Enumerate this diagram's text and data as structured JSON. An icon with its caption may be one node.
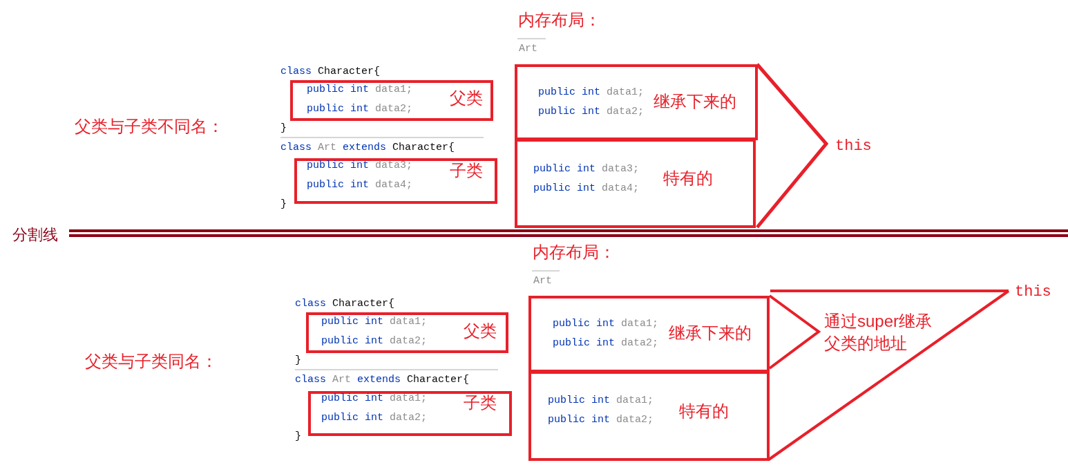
{
  "diagram": {
    "nodes": [
      {
        "text": [
          "public int data1;",
          "public int data2;",
          "父类"
        ]
      },
      {
        "text": [
          "public int data3;",
          "public int data4;",
          "子类"
        ]
      },
      {
        "text": [
          "public int data1;",
          "public int data2;",
          "继承下来的"
        ]
      },
      {
        "text": [
          "public int data3;",
          "public int data4;",
          "特有的"
        ]
      },
      {
        "text": [
          "public int data1;",
          "public int data2;",
          "父类"
        ]
      },
      {
        "text": [
          "public int data1;",
          "public int data2;",
          "子类"
        ]
      },
      {
        "text": [
          "public int data1;",
          "public int data2;",
          "继承下来的"
        ]
      },
      {
        "text": [
          "public int data1;",
          "public int data2;",
          "特有的"
        ]
      }
    ],
    "edges": [],
    "labels": [
      "内存布局：",
      "Art",
      "class Character{",
      "父类与子类不同名：",
      "}",
      "class Art extends Character{",
      "this",
      "}",
      "分割线",
      "内存布局：",
      "Art",
      "this",
      "class Character{",
      "通过super继承父类的地址",
      "父类与子类同名：",
      "}",
      "class Art extends Character{",
      "}"
    ]
  }
}
